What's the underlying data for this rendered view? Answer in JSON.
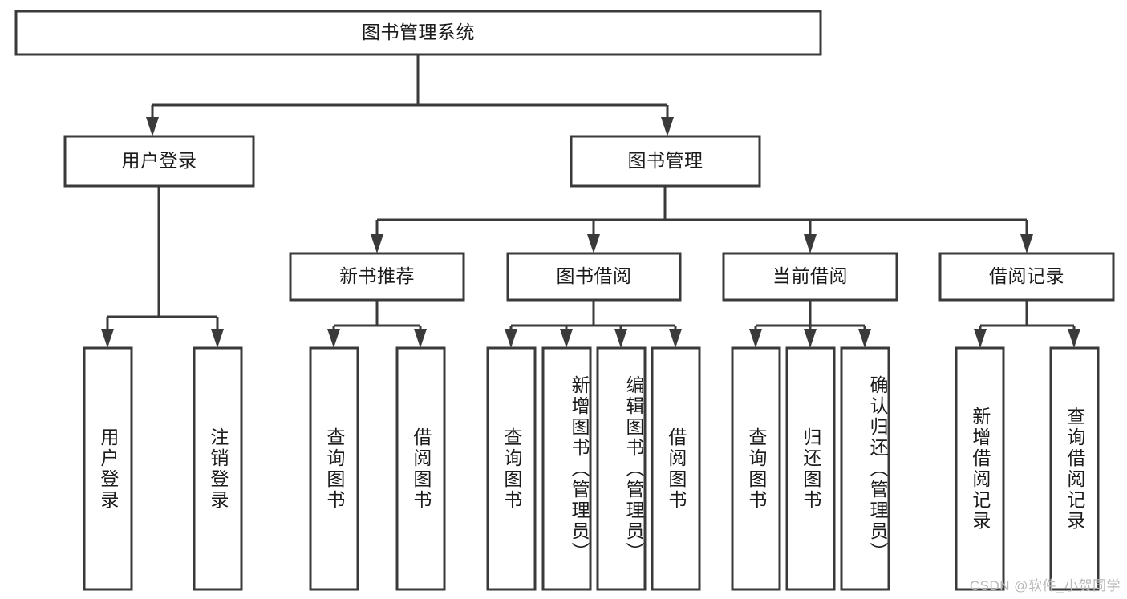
{
  "diagram": {
    "type": "tree-hierarchy",
    "title": "图书管理系统",
    "watermark": "CSDN @软件_小贺同学",
    "colors": {
      "box_stroke": "#3a3a3a",
      "box_fill": "#ffffff",
      "text": "#1b1b1b",
      "connector": "#3a3a3a",
      "watermark": "#b9b9b9",
      "background": "#ffffff"
    },
    "nodes": {
      "root": {
        "label": "图书管理系统",
        "orientation": "horizontal",
        "level": 1
      },
      "user_login": {
        "label": "用户登录",
        "orientation": "horizontal",
        "level": 2
      },
      "book_manage": {
        "label": "图书管理",
        "orientation": "horizontal",
        "level": 2
      },
      "new_book_rec": {
        "label": "新书推荐",
        "orientation": "horizontal",
        "level": 3
      },
      "book_borrow": {
        "label": "图书借阅",
        "orientation": "horizontal",
        "level": 3
      },
      "current_borrow": {
        "label": "当前借阅",
        "orientation": "horizontal",
        "level": 3
      },
      "borrow_record": {
        "label": "借阅记录",
        "orientation": "horizontal",
        "level": 3
      },
      "leaf_user_login": {
        "label": "用户登录",
        "orientation": "vertical",
        "level": 4
      },
      "leaf_logout": {
        "label": "注销登录",
        "orientation": "vertical",
        "level": 4
      },
      "leaf_query_book_1": {
        "label": "查询图书",
        "orientation": "vertical",
        "level": 4
      },
      "leaf_borrow_book_1": {
        "label": "借阅图书",
        "orientation": "vertical",
        "level": 4
      },
      "leaf_query_book_2": {
        "label": "查询图书",
        "orientation": "vertical",
        "level": 4
      },
      "leaf_add_book": {
        "label": "新增图书（管理员）",
        "orientation": "vertical",
        "level": 4
      },
      "leaf_edit_book": {
        "label": "编辑图书（管理员）",
        "orientation": "vertical",
        "level": 4
      },
      "leaf_borrow_book_2": {
        "label": "借阅图书",
        "orientation": "vertical",
        "level": 4
      },
      "leaf_query_book_3": {
        "label": "查询图书",
        "orientation": "vertical",
        "level": 4
      },
      "leaf_return_book": {
        "label": "归还图书",
        "orientation": "vertical",
        "level": 4
      },
      "leaf_confirm_return": {
        "label": "确认归还（管理员）",
        "orientation": "vertical",
        "level": 4
      },
      "leaf_add_record": {
        "label": "新增借阅记录",
        "orientation": "vertical",
        "level": 4
      },
      "leaf_query_record": {
        "label": "查询借阅记录",
        "orientation": "vertical",
        "level": 4
      }
    },
    "edges": [
      {
        "from": "root",
        "to": "user_login"
      },
      {
        "from": "root",
        "to": "book_manage"
      },
      {
        "from": "user_login",
        "to": "leaf_user_login"
      },
      {
        "from": "user_login",
        "to": "leaf_logout"
      },
      {
        "from": "book_manage",
        "to": "new_book_rec"
      },
      {
        "from": "book_manage",
        "to": "book_borrow"
      },
      {
        "from": "book_manage",
        "to": "current_borrow"
      },
      {
        "from": "book_manage",
        "to": "borrow_record"
      },
      {
        "from": "new_book_rec",
        "to": "leaf_query_book_1"
      },
      {
        "from": "new_book_rec",
        "to": "leaf_borrow_book_1"
      },
      {
        "from": "book_borrow",
        "to": "leaf_query_book_2"
      },
      {
        "from": "book_borrow",
        "to": "leaf_add_book"
      },
      {
        "from": "book_borrow",
        "to": "leaf_edit_book"
      },
      {
        "from": "book_borrow",
        "to": "leaf_borrow_book_2"
      },
      {
        "from": "current_borrow",
        "to": "leaf_query_book_3"
      },
      {
        "from": "current_borrow",
        "to": "leaf_return_book"
      },
      {
        "from": "current_borrow",
        "to": "leaf_confirm_return"
      },
      {
        "from": "borrow_record",
        "to": "leaf_add_record"
      },
      {
        "from": "borrow_record",
        "to": "leaf_query_record"
      }
    ]
  }
}
